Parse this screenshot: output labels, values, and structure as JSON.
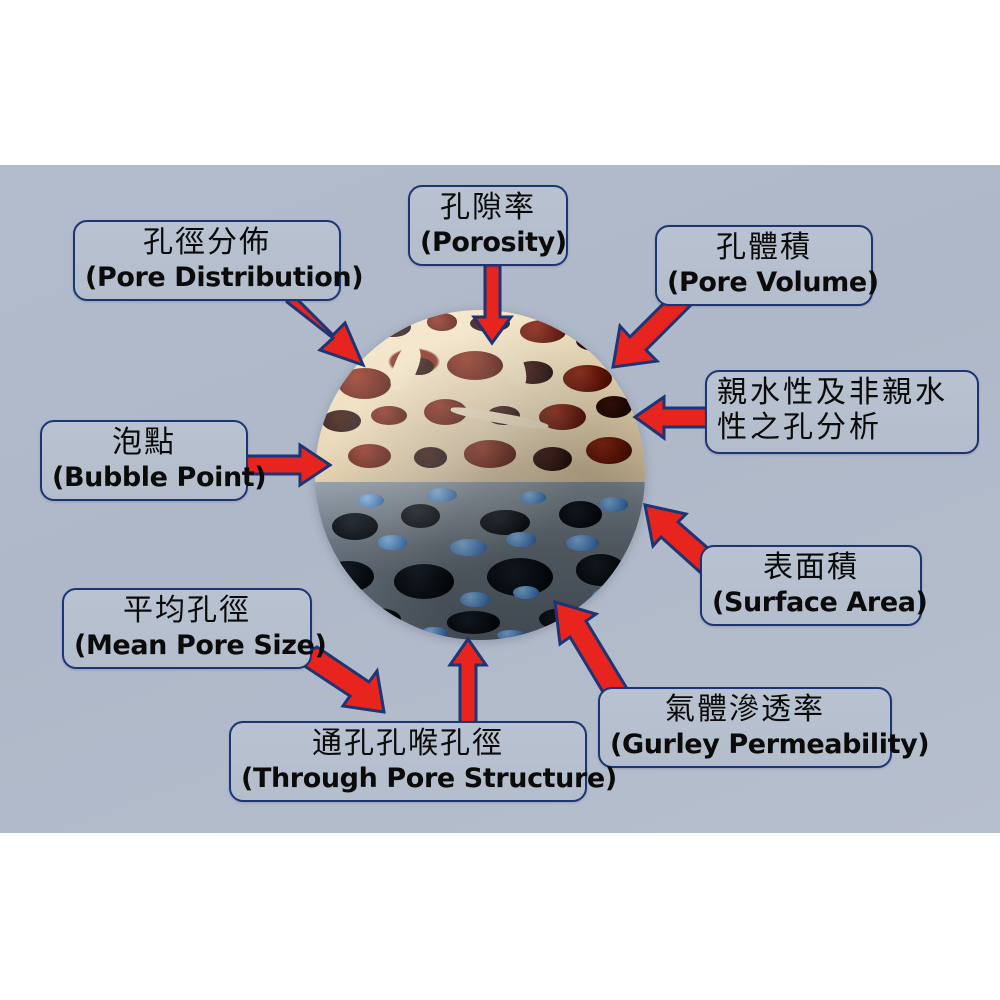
{
  "figure": {
    "title": "Porous material characterization callout diagram",
    "background_color": "#aeb8c8",
    "center_image": {
      "name": "porous-material-sphere",
      "description": "Spherical composite micrograph of a porous structure; upper half cream-colored bone-like struts with dark red pores, lower half gray struts with blue nodes and black pores.",
      "top_half_color": "#ecd9b4",
      "top_pore_color": "#5a1206",
      "bottom_half_color": "#6d7883",
      "bottom_node_color": "#4c86c9",
      "bottom_pore_color": "#0a0e14"
    },
    "arrow_color": "#e8241f",
    "arrow_outline_color": "#1c3574",
    "box_border_color": "#1c3574",
    "box_fill_color": "#b5bfcd"
  },
  "callouts": [
    {
      "id": "pore-distribution",
      "cn": "孔徑分佈",
      "en": "(Pore Distribution)"
    },
    {
      "id": "porosity",
      "cn": "孔隙率",
      "en": "(Porosity)"
    },
    {
      "id": "pore-volume",
      "cn": "孔體積",
      "en": "(Pore Volume)"
    },
    {
      "id": "hydrophilic-analysis",
      "cn": "親水性及非親水",
      "cn2": "性之孔分析",
      "en": ""
    },
    {
      "id": "surface-area",
      "cn": "表面積",
      "en": "(Surface Area)"
    },
    {
      "id": "gurley-permeability",
      "cn": "氣體滲透率",
      "en": "(Gurley Permeability)"
    },
    {
      "id": "through-pore-structure",
      "cn": "通孔孔喉孔徑",
      "en": "(Through Pore Structure)"
    },
    {
      "id": "mean-pore-size",
      "cn": "平均孔徑",
      "en": "(Mean Pore Size)"
    },
    {
      "id": "bubble-point",
      "cn": "泡點",
      "en": "(Bubble Point)"
    }
  ]
}
